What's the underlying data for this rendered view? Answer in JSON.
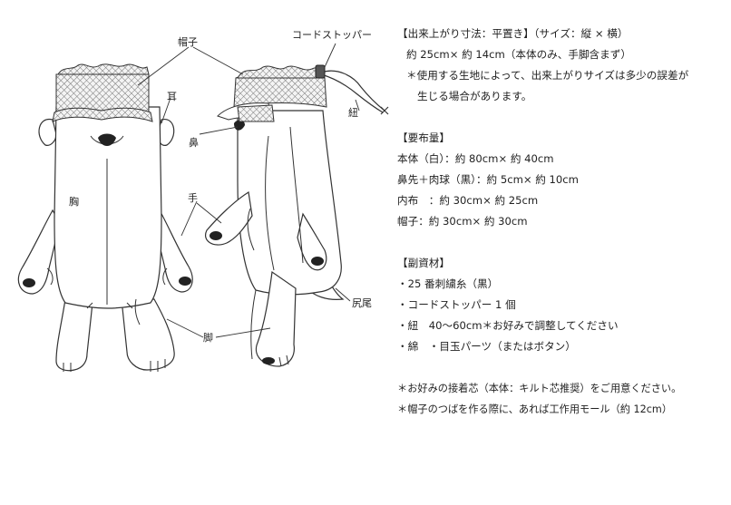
{
  "labels": {
    "hat_front": "帽子",
    "ear": "耳",
    "chest": "胸",
    "hand": "手",
    "leg": "脚",
    "cord_stopper": "コードストッパー",
    "nose": "鼻",
    "cord": "紐",
    "tail": "尻尾"
  },
  "spec": {
    "size_heading": "【出来上がり寸法：平置き】（サイズ：縦 × 横）",
    "size_value": "約 25cm× 約 14cm（本体のみ、手脚含まず）",
    "size_note_1": "＊使用する生地によって、出来上がりサイズは多少の誤差が",
    "size_note_2": "生じる場合があります。",
    "fabric_heading": "【要布量】",
    "fabric_items": [
      "本体（白）：約 80cm× 約 40cm",
      "鼻先＋肉球（黒）：約 5cm× 約 10cm",
      "内布　：約 30cm× 約 25cm",
      "帽子：約 30cm× 約 30cm"
    ],
    "materials_heading": "【副資材】",
    "materials_items": [
      "・25 番刺繍糸（黒）",
      "・コードストッパー 1 個",
      "・紐　40〜60cm＊お好みで調整してください",
      "・綿　・目玉パーツ（またはボタン）"
    ],
    "notes": [
      "＊お好みの接着芯（本体：キルト芯推奨）をご用意ください。",
      "＊帽子のつばを作る際に、あれば工作用モール（約 12cm）"
    ]
  }
}
